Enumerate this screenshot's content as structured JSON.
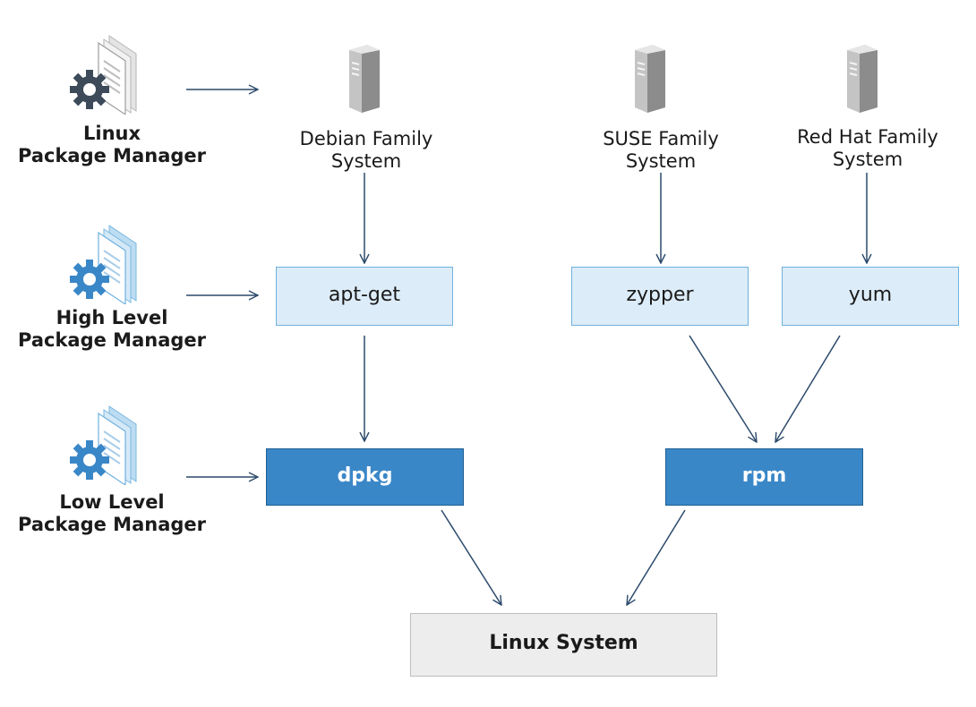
{
  "row_labels": {
    "linux_pm": [
      "Linux",
      "Package Manager"
    ],
    "high_level_pm": [
      "High Level",
      "Package Manager"
    ],
    "low_level_pm": [
      "Low Level",
      "Package Manager"
    ]
  },
  "systems": {
    "debian": [
      "Debian Family",
      "System"
    ],
    "suse": [
      "SUSE Family",
      "System"
    ],
    "redhat": [
      "Red Hat Family",
      "System"
    ]
  },
  "high_level_tools": {
    "apt_get": "apt-get",
    "zypper": "zypper",
    "yum": "yum"
  },
  "low_level_tools": {
    "dpkg": "dpkg",
    "rpm": "rpm"
  },
  "base": {
    "linux_system": "Linux System"
  },
  "colors": {
    "high_level_fill": "#dcecf8",
    "high_level_border": "#6fb1de",
    "low_level_fill": "#3a87c8",
    "base_fill": "#ededed",
    "arrow": "#2c4a6b"
  },
  "icons": {
    "row_icon": "document-gear-icon",
    "system_icon": "server-tower-icon"
  }
}
